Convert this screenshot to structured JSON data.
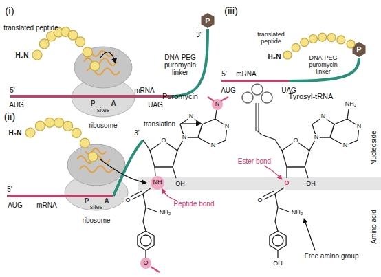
{
  "diagram": {
    "labels": [
      "(i)",
      "translated peptide",
      "H₂N",
      "5'",
      "AUG",
      "P",
      "A",
      "sites",
      "ribosome",
      "mRNA",
      "UAG",
      "translation",
      "DNA-PEG puromycin linker",
      "3'",
      "P",
      "(iii)",
      "translated peptide",
      "H₂N",
      "DNA-PEG puromycin linker",
      "P",
      "5'",
      "mRNA",
      "AUG",
      "UAG",
      "(ii)",
      "H₂N",
      "5'",
      "AUG",
      "mRNA",
      "P",
      "A",
      "sites",
      "ribosome",
      "3'",
      "Puromycin",
      "Tyrosyl-tRNA",
      "N",
      "NH",
      "Peptide bond",
      "OH",
      "NH₂",
      "O",
      "O",
      "Nucleoside",
      "Amino acid",
      "NH₂",
      "Ester bond",
      "O",
      "O",
      "OH",
      "NH₂",
      "Free amino group",
      "OH",
      "O",
      "N",
      "N",
      "N",
      "N",
      "O",
      "N",
      "N",
      "N",
      "N"
    ]
  }
}
